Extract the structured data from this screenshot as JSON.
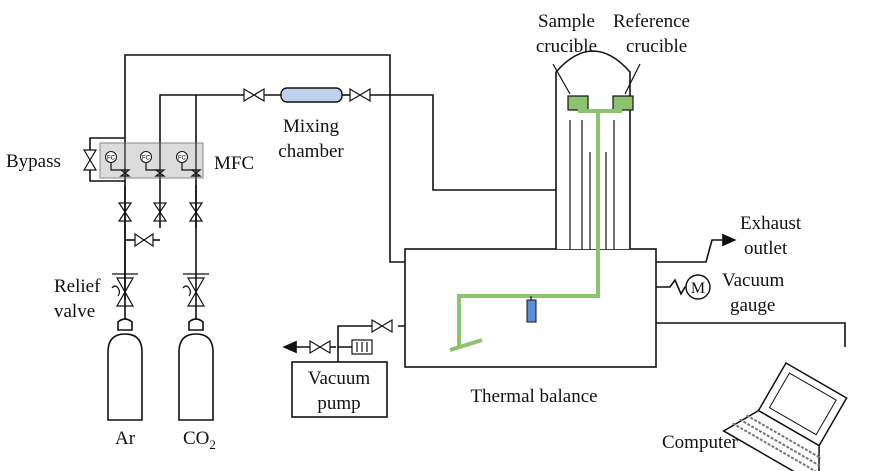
{
  "diagram": {
    "labels": {
      "sample_crucible_line1": "Sample",
      "sample_crucible_line2": "crucible",
      "reference_crucible_line1": "Reference",
      "reference_crucible_line2": "crucible",
      "mixing_chamber_line1": "Mixing",
      "mixing_chamber_line2": "chamber",
      "bypass": "Bypass",
      "mfc": "MFC",
      "mfc_tag": "FC",
      "exhaust_line1": "Exhaust",
      "exhaust_line2": "outlet",
      "vacuum_gauge_line1": "Vacuum",
      "vacuum_gauge_line2": "gauge",
      "gauge_symbol": "M",
      "relief_valve_line1": "Relief",
      "relief_valve_line2": "valve",
      "vacuum_pump_line1": "Vacuum",
      "vacuum_pump_line2": "pump",
      "thermal_balance": "Thermal balance",
      "computer": "Computer",
      "gas_ar": "Ar",
      "gas_co2_main": "CO",
      "gas_co2_sub": "2"
    },
    "colors": {
      "line": "#111111",
      "green_support": "#8dc26f",
      "crucible_fill": "#8dc26f",
      "mixing_chamber_fill": "#bcd4f0",
      "sample_holder_blue": "#5a8fd8",
      "mfc_panel_fill": "#dcdcdc"
    }
  }
}
